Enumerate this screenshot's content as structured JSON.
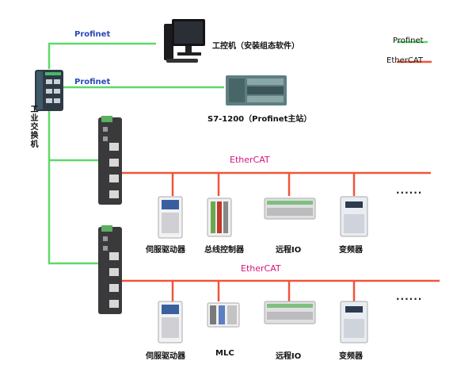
{
  "legend": {
    "profinet": {
      "label": "Profinet",
      "color": "#5fd96a"
    },
    "ethercat": {
      "label": "EtherCAT",
      "color": "#f0553a"
    }
  },
  "network": {
    "profinet_label_1": "Profinet",
    "profinet_label_2": "Profinet",
    "industrial_switch": "工业交换机",
    "pc_label": "工控机（安装组态软件）",
    "plc_label": "S7-1200（Profinet主站）"
  },
  "bus_1": {
    "label": "EtherCAT",
    "devices": [
      "伺服驱动器",
      "总线控制器",
      "远程IO",
      "变频器"
    ],
    "ellipsis": "······"
  },
  "bus_2": {
    "label": "EtherCAT",
    "devices": [
      "伺服驱动器",
      "MLC",
      "远程IO",
      "变频器"
    ],
    "ellipsis": "······"
  },
  "colors": {
    "bus_label": "#d6147a",
    "profinet_text": "#2a49b8",
    "device_dark": "#3a3a3c",
    "device_light": "#e8e8ea"
  }
}
